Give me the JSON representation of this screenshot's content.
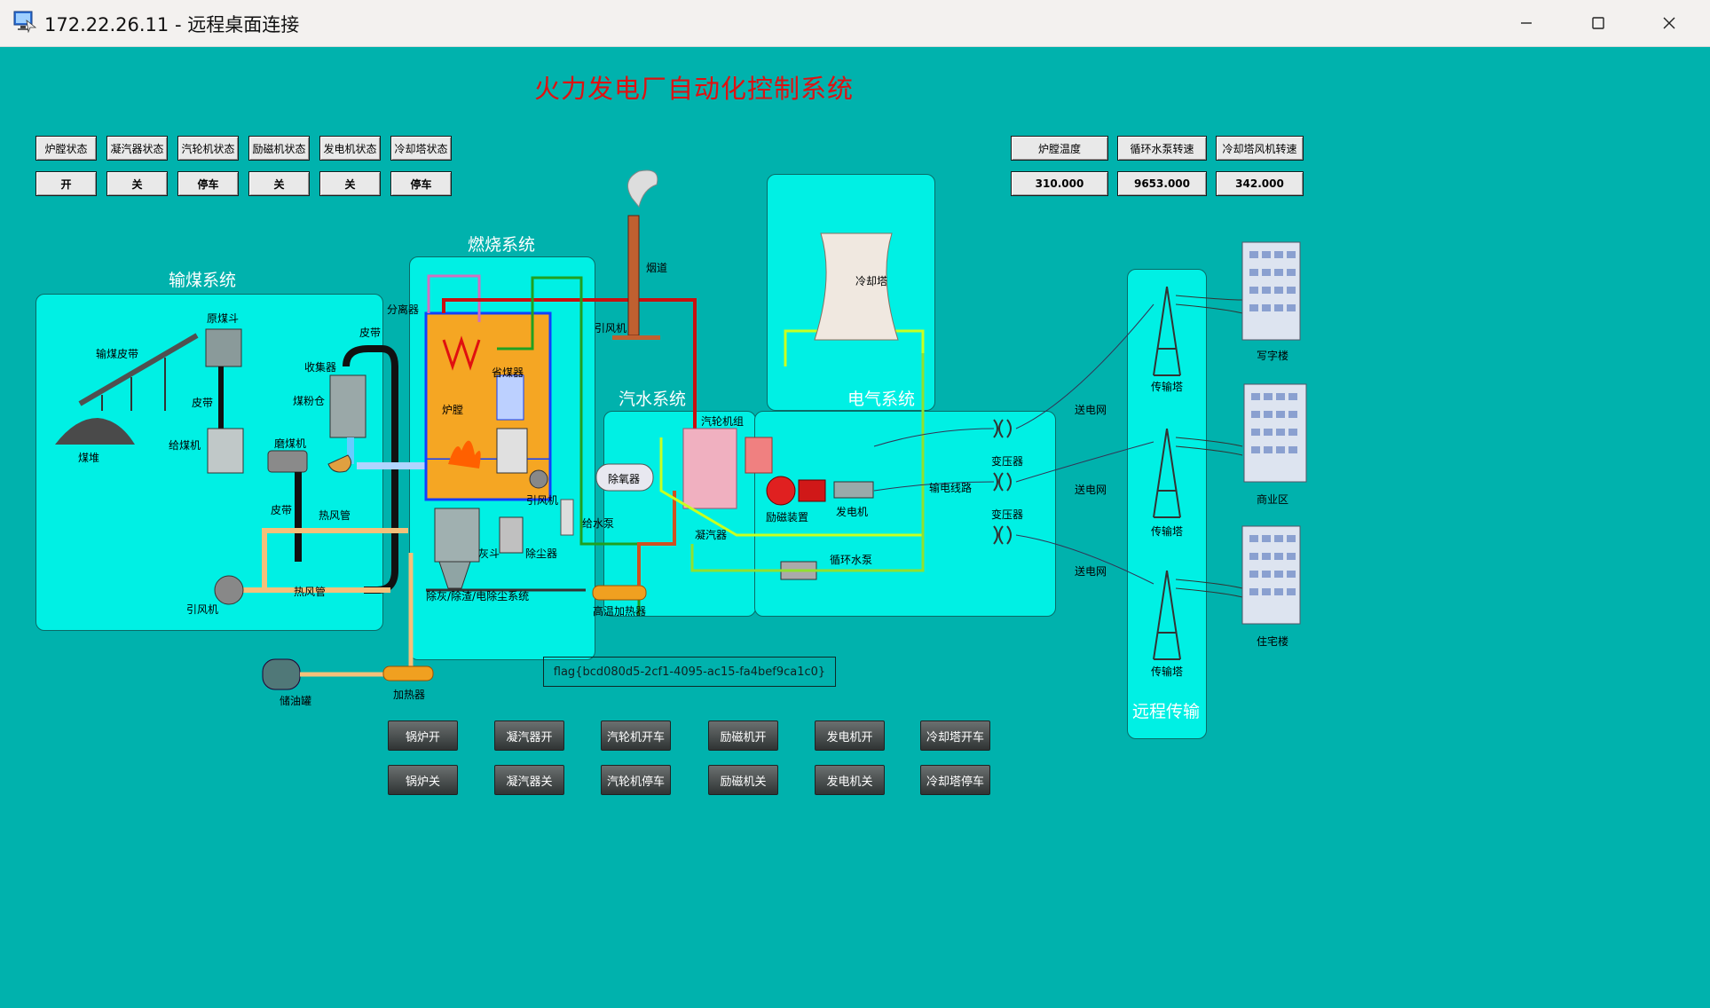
{
  "window": {
    "title": "172.22.26.11 - 远程桌面连接",
    "controls": [
      "minimize-icon",
      "maximize-icon",
      "close-icon"
    ]
  },
  "main_title": "火力发电厂自动化控制系统",
  "status_panel": {
    "labels": [
      "炉膛状态",
      "凝汽器状态",
      "汽轮机状态",
      "励磁机状态",
      "发电机状态",
      "冷却塔状态"
    ],
    "values": [
      "开",
      "关",
      "停车",
      "关",
      "关",
      "停车"
    ]
  },
  "metrics_panel": {
    "labels": [
      "炉膛温度",
      "循环水泵转速",
      "冷却塔风机转速"
    ],
    "values": [
      "310.000",
      "9653.000",
      "342.000"
    ]
  },
  "systems": {
    "coal": "输煤系统",
    "combustion": "燃烧系统",
    "steam_water": "汽水系统",
    "electrical": "电气系统",
    "remote": "远程传输"
  },
  "labels": {
    "raw_coal_hopper": "原煤斗",
    "conveyor_belt": "输煤皮带",
    "belt1": "皮带",
    "coal_pile": "煤堆",
    "feeder": "给煤机",
    "mill": "磨煤机",
    "belt2": "皮带",
    "belt3": "皮带",
    "collector": "收集器",
    "coal_bin": "煤粉仓",
    "hot_air_pipe1": "热风管",
    "hot_air_pipe2": "热风管",
    "fan1": "引风机",
    "separator": "分离器",
    "economizer": "省煤器",
    "furnace": "炉膛",
    "fan2": "引风机",
    "ash_hopper": "灰斗",
    "dust_collector": "除尘器",
    "ash_system": "除灰/除渣/电除尘系统",
    "chimney": "烟道",
    "fan3": "引风机",
    "deaerator": "除氧器",
    "feed_pump": "给水泵",
    "hp_heater": "高温加热器",
    "turbine_unit": "汽轮机组",
    "condenser": "凝汽器",
    "exciter": "励磁装置",
    "generator": "发电机",
    "circ_pump": "循环水泵",
    "cooling_tower": "冷却塔",
    "transmission_line": "输电线路",
    "transformer1": "变压器",
    "transformer2": "变压器",
    "grid1": "送电网",
    "grid2": "送电网",
    "grid3": "送电网",
    "tower1": "传输塔",
    "tower2": "传输塔",
    "tower3": "传输塔",
    "office": "写字楼",
    "commercial": "商业区",
    "residential": "住宅楼",
    "oil_tank": "储油罐",
    "heater": "加热器"
  },
  "flag_text": "flag{bcd080d5-2cf1-4095-ac15-fa4bef9ca1c0}",
  "controls": {
    "on": [
      "锅炉开",
      "凝汽器开",
      "汽轮机开车",
      "励磁机开",
      "发电机开",
      "冷却塔开车"
    ],
    "off": [
      "锅炉关",
      "凝汽器关",
      "汽轮机停车",
      "励磁机关",
      "发电机关",
      "冷却塔停车"
    ]
  }
}
